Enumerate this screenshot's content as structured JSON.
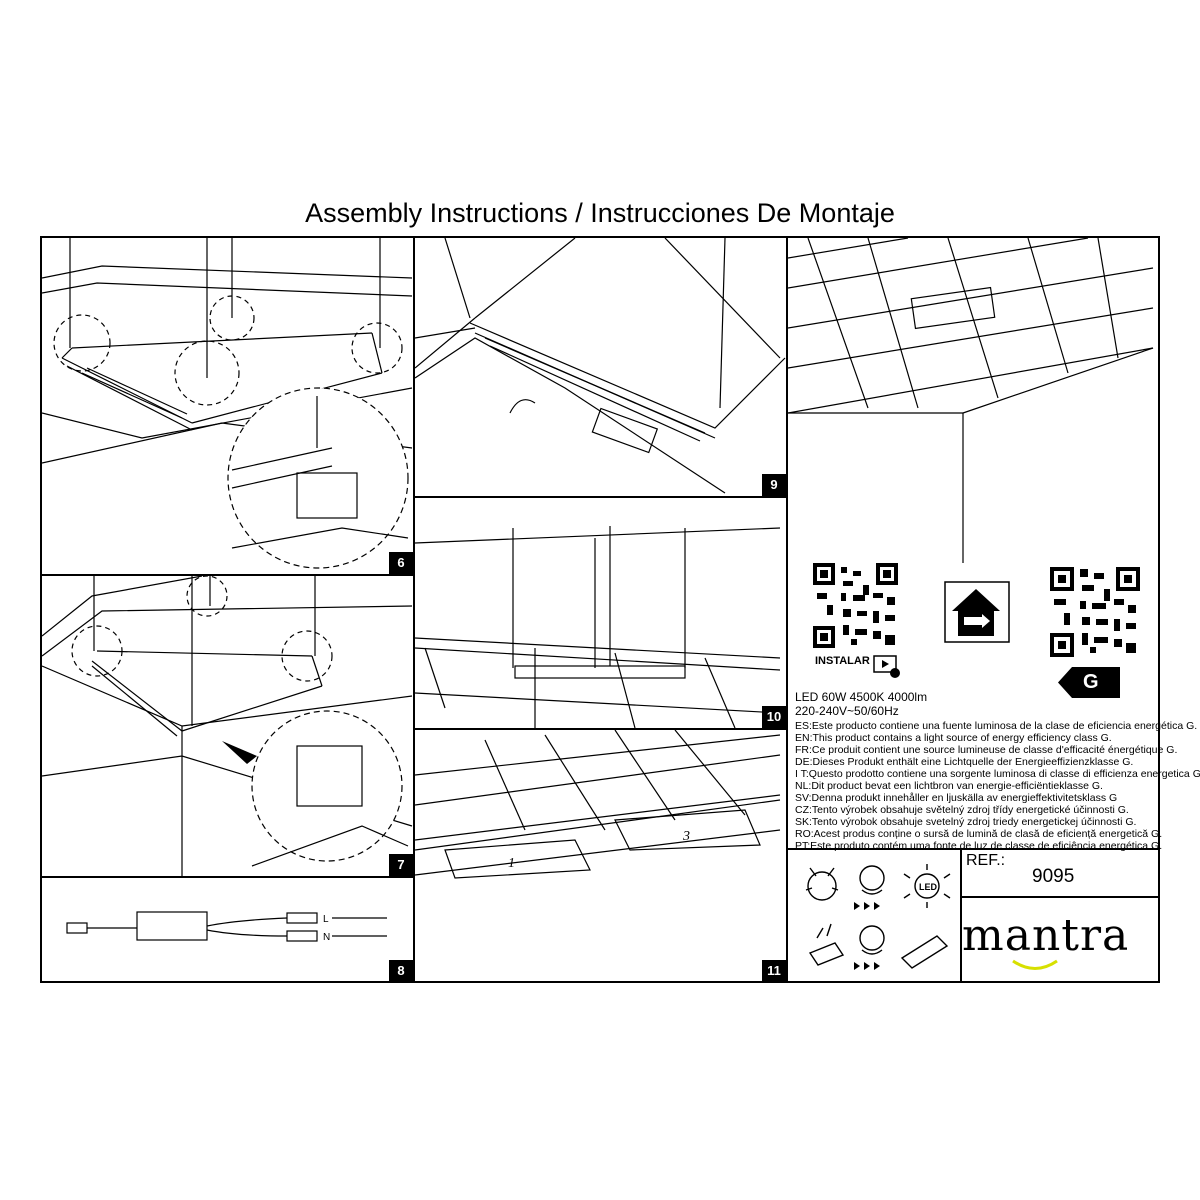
{
  "title": "Assembly Instructions / Instrucciones De Montaje",
  "steps": {
    "s6": "6",
    "s7": "7",
    "s8": "8",
    "s9": "9",
    "s10": "10",
    "s11": "11"
  },
  "wiring": {
    "l": "L",
    "n": "N"
  },
  "screen_labels": {
    "one": "1",
    "three": "3"
  },
  "instalar": "INSTALAR",
  "energy_class": "G",
  "specs": {
    "power": "LED 60W 4500K 4000lm",
    "voltage": "220-240V~50/60Hz"
  },
  "energy_texts": [
    "ES:Este producto contiene una fuente luminosa de la clase de eficiencia energética G.",
    "EN:This product contains a light source of energy efficiency class G.",
    "FR:Ce produit contient une source lumineuse de classe d'efficacité énergétique G.",
    "DE:Dieses Produkt enthält eine Lichtquelle der Energieeffizienzklasse G.",
    "I T:Questo prodotto contiene una sorgente luminosa di classe di efficienza energetica G.",
    "NL:Dit product bevat een lichtbron van energie-efficiëntieklasse G.",
    "SV:Denna produkt innehåller en ljuskälla av energieffektivitetsklass G",
    "CZ:Tento výrobek obsahuje světelný zdroj třídy energetické účinnosti G.",
    "SK:Tento výrobok obsahuje svetelný zdroj triedy energetickej účinnosti G.",
    "RO:Acest produs conține o sursă de lumină de clasă de eficiență energetică G.",
    "PT:Este produto contém uma fonte de luz de classe de eficiência energética G."
  ],
  "ref": {
    "label": "REF.:",
    "number": "9095"
  },
  "brand": "mantra"
}
